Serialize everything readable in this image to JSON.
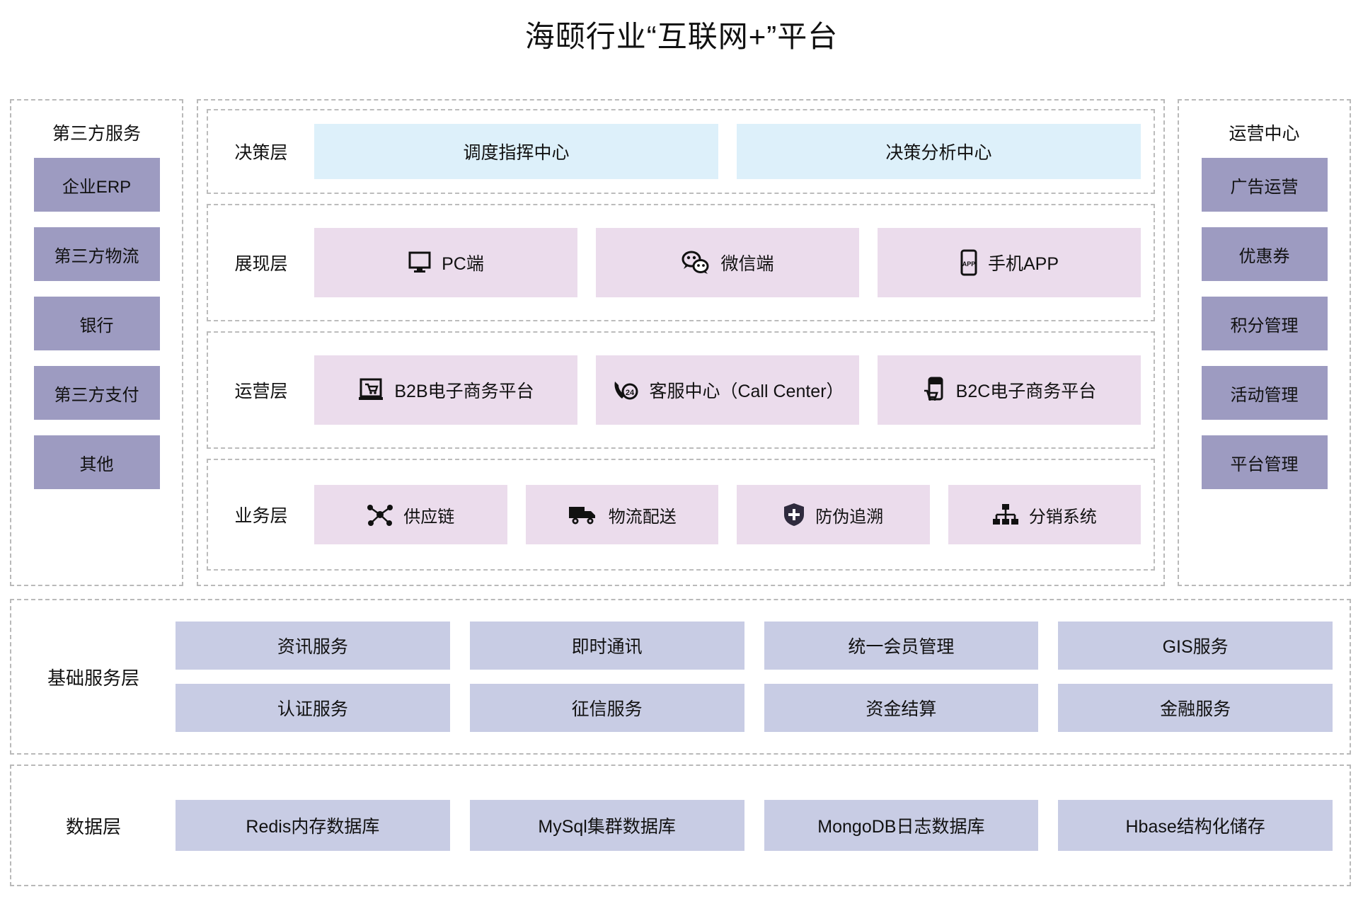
{
  "title": "海颐行业“互联网+”平台",
  "colors": {
    "purple_chip": "#9d9bc1",
    "blue_box": "#ddf0fa",
    "pink_box": "#ebdcec",
    "lavender_chip": "#c8cce4",
    "dashed_border": "#b9b9b9"
  },
  "left_column": {
    "title": "第三方服务",
    "items": [
      {
        "label": "企业ERP"
      },
      {
        "label": "第三方物流"
      },
      {
        "label": "银行"
      },
      {
        "label": "第三方支付"
      },
      {
        "label": "其他"
      }
    ]
  },
  "right_column": {
    "title": "运营中心",
    "items": [
      {
        "label": "广告运营"
      },
      {
        "label": "优惠券"
      },
      {
        "label": "积分管理"
      },
      {
        "label": "活动管理"
      },
      {
        "label": "平台管理"
      }
    ]
  },
  "bands": [
    {
      "label": "决策层",
      "boxes": [
        {
          "label": "调度指挥中心",
          "icon": ""
        },
        {
          "label": "决策分析中心",
          "icon": ""
        }
      ]
    },
    {
      "label": "展现层",
      "boxes": [
        {
          "label": "PC端",
          "icon": "monitor-icon"
        },
        {
          "label": "微信端",
          "icon": "wechat-icon"
        },
        {
          "label": "手机APP",
          "icon": "mobile-app-icon"
        }
      ]
    },
    {
      "label": "运营层",
      "boxes": [
        {
          "label": "B2B电子商务平台",
          "icon": "laptop-cart-icon"
        },
        {
          "label": "客服中心（Call Center）",
          "icon": "phone-24-icon"
        },
        {
          "label": "B2C电子商务平台",
          "icon": "phone-cart-icon"
        }
      ]
    },
    {
      "label": "业务层",
      "boxes": [
        {
          "label": "供应链",
          "icon": "network-nodes-icon"
        },
        {
          "label": "物流配送",
          "icon": "truck-icon"
        },
        {
          "label": "防伪追溯",
          "icon": "shield-icon"
        },
        {
          "label": "分销系统",
          "icon": "hierarchy-icon"
        }
      ]
    }
  ],
  "base_service": {
    "label": "基础服务层",
    "rows": [
      [
        "资讯服务",
        "即时通讯",
        "统一会员管理",
        "GIS服务"
      ],
      [
        "认证服务",
        "征信服务",
        "资金结算",
        "金融服务"
      ]
    ]
  },
  "data_layer": {
    "label": "数据层",
    "rows": [
      [
        "Redis内存数据库",
        "MySql集群数据库",
        "MongoDB日志数据库",
        "Hbase结构化储存"
      ]
    ]
  }
}
